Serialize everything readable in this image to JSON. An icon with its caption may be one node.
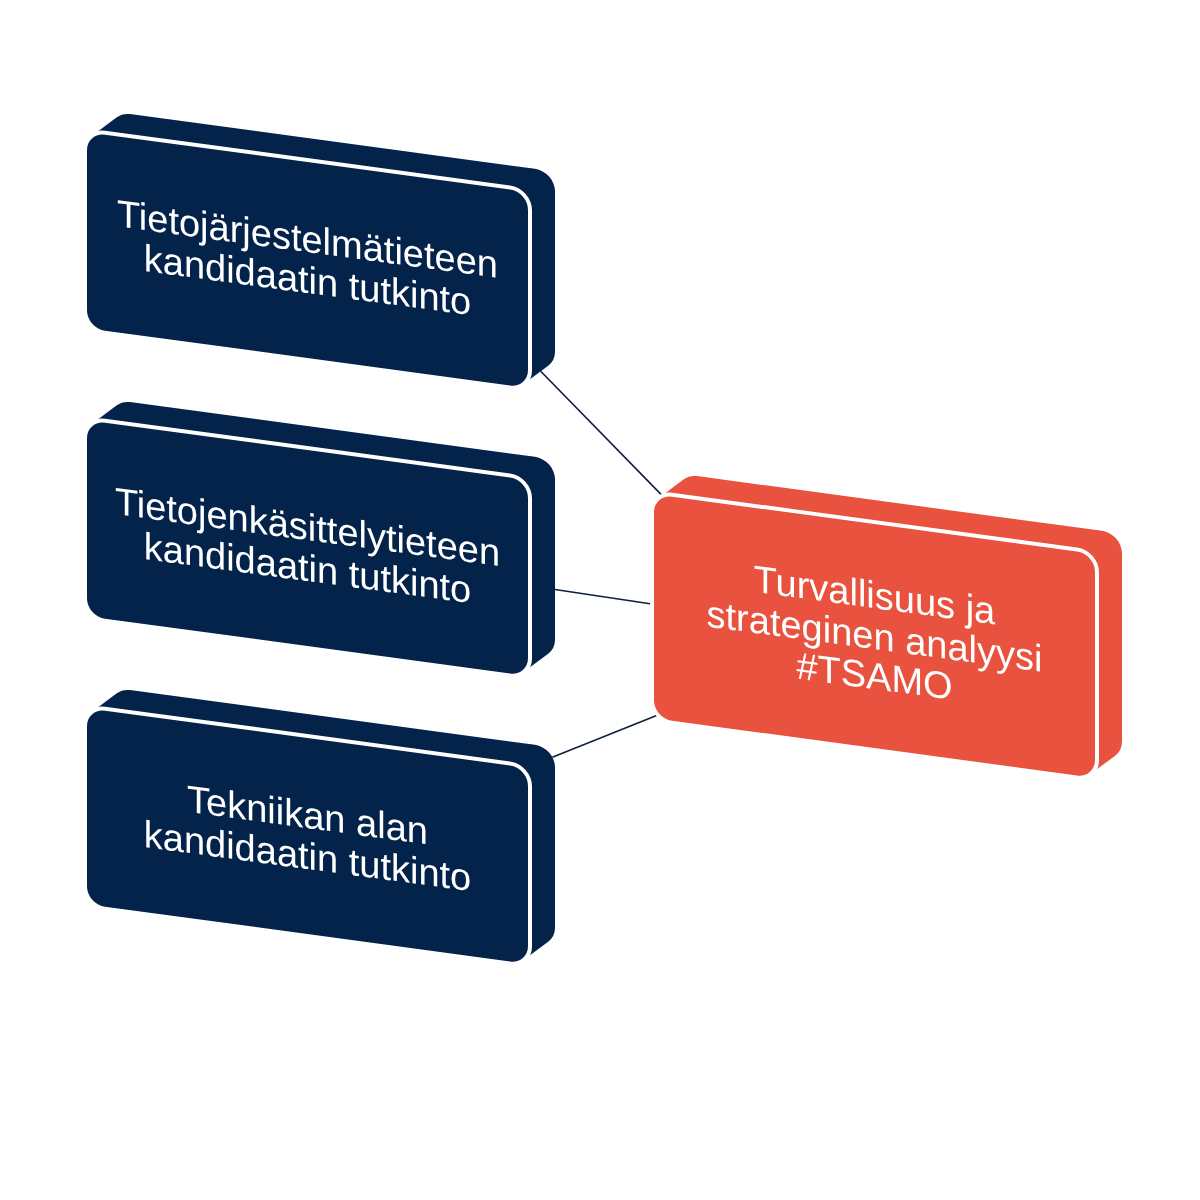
{
  "diagram": {
    "nodes": [
      {
        "text": [
          "Tietojärjestelmätieteen kandidaatin tutkinto"
        ]
      },
      {
        "text": [
          "Tietojenkäsittelytieteen kandidaatin tutkinto"
        ]
      },
      {
        "text": [
          "Tekniikan alan kandidaatin tutkinto"
        ]
      },
      {
        "text": [
          "Turvallisuus ja strateginen analyysi #TSAMO"
        ]
      }
    ],
    "edges": [
      {
        "from": 0,
        "to": 3,
        "arrow": "none"
      },
      {
        "from": 1,
        "to": 3,
        "arrow": "none"
      },
      {
        "from": 2,
        "to": 3,
        "arrow": "none"
      }
    ]
  }
}
